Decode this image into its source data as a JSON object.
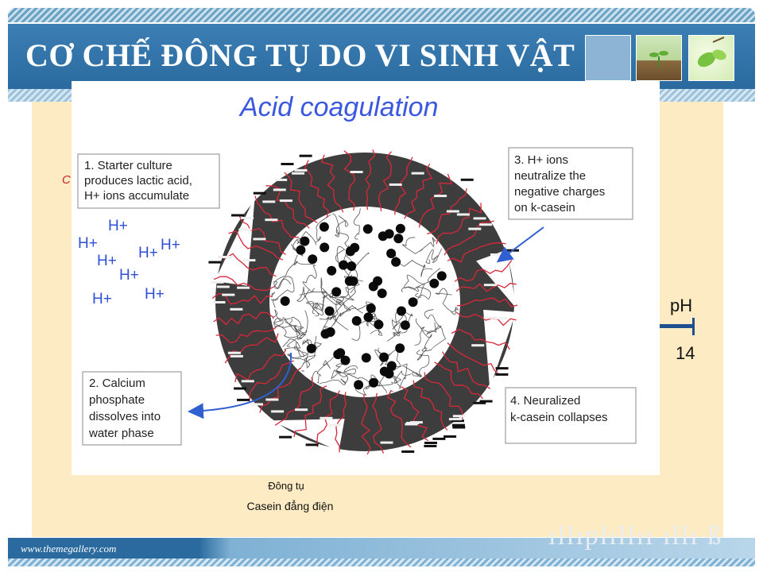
{
  "slide": {
    "title": "CƠ CHẾ ĐÔNG TỤ DO VI SINH VẬT",
    "footer_url": "www.themegallery.com",
    "side_letter": "C"
  },
  "thumbnails": [
    "blank",
    "seedling",
    "leaf"
  ],
  "diagram": {
    "title": "Acid coagulation",
    "notes": [
      [
        "1. Starter culture",
        "produces lactic acid,",
        "H+ ions accumulate"
      ],
      [
        "3. H+ ions",
        "neutralize the",
        "negative charges",
        "on k-casein"
      ],
      [
        "2. Calcium",
        "phosphate",
        "dissolves into",
        "water phase"
      ],
      [
        "4. Neuralized",
        "k-casein collapses"
      ]
    ],
    "ion_label": "H+"
  },
  "ph_scale": {
    "label": "pH",
    "max": "14"
  },
  "captions": {
    "line1": "Đông tụ",
    "line2": "Casein đẳng điện"
  },
  "colors": {
    "header": "#2a6a9f",
    "panel": "#fdebc4",
    "ions": "#2f4fd8",
    "kcasein": "#d8283a",
    "arrow": "#2f5fd0"
  }
}
